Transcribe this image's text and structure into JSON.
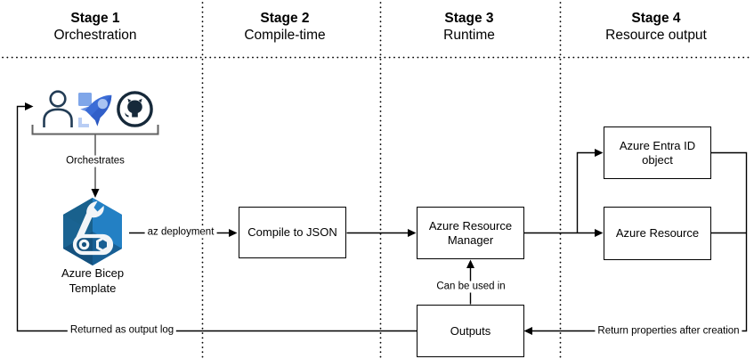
{
  "stages": [
    {
      "title": "Stage 1",
      "subtitle": "Orchestration"
    },
    {
      "title": "Stage 2",
      "subtitle": "Compile-time"
    },
    {
      "title": "Stage 3",
      "subtitle": "Runtime"
    },
    {
      "title": "Stage 4",
      "subtitle": "Resource output"
    }
  ],
  "nodes": {
    "bicep_caption": "Azure Bicep Template",
    "compile": "Compile to JSON",
    "arm": "Azure Resource Manager",
    "entra": "Azure Entra ID object",
    "resource": "Azure Resource",
    "outputs": "Outputs"
  },
  "edges": {
    "orchestrates": "Orchestrates",
    "az_deployment": "az deployment",
    "can_be_used_in": "Can be used in",
    "returned_as_output_log": "Returned as output log",
    "return_properties": "Return properties after creation"
  },
  "icons": {
    "actors": [
      "person-icon",
      "pipeline-rocket-icon",
      "github-icon"
    ],
    "template": "azure-bicep-hexagon-icon"
  },
  "colors": {
    "line": "#000000",
    "bracket_gray": "#616161",
    "bicep_blue": "#1f72b4",
    "bicep_dark": "#14517e",
    "rocket_blue": "#3b6cd6",
    "rocket_light": "#a9c3f2",
    "dark_navy": "#16293a"
  }
}
